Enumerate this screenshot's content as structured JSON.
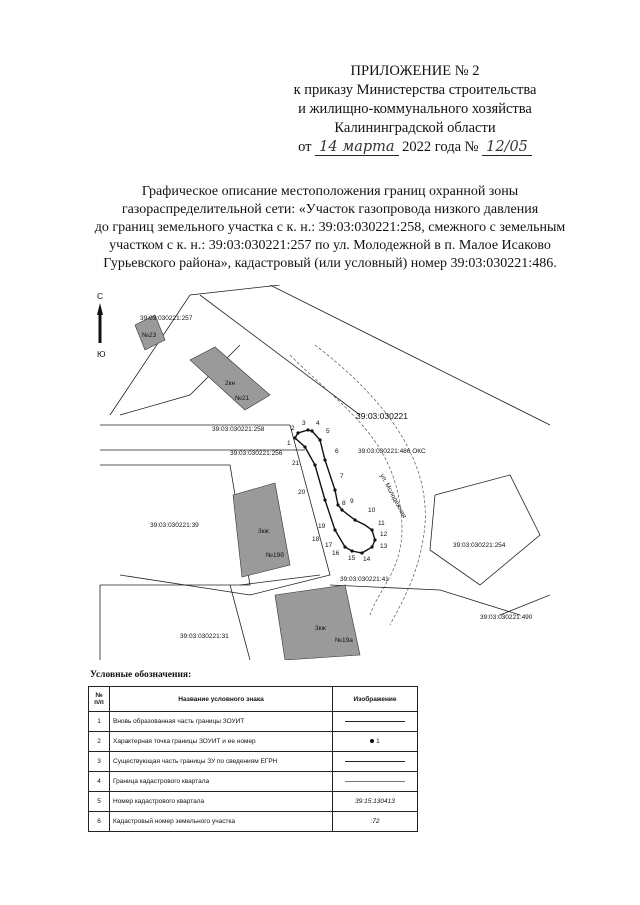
{
  "header": {
    "appendix": "ПРИЛОЖЕНИЕ № 2",
    "line2": "к приказу Министерства строительства",
    "line3": "и жилищно-коммунального хозяйства",
    "line4": "Калининградской области",
    "date_prefix": "от",
    "date_handwritten": "14 марта",
    "date_suffix": "2022 года №",
    "number_handwritten": "12/05"
  },
  "title": {
    "line1": "Графическое описание местоположения границ охранной зоны",
    "line2": "газораспределительной сети: «Участок газопровода низкого давления",
    "line3": "до границ земельного участка с к. н.: 39:03:030221:258, смежного с земельным",
    "line4": "участком с к. н.: 39:03:030221:257 по ул. Молодежной в п. Малое Исаково",
    "line5": "Гурьевского района», кадастровый (или условный) номер 39:03:030221:486."
  },
  "compass": {
    "north": "С",
    "south": "Ю"
  },
  "map": {
    "parcels": {
      "p257": "39:03:030221:257",
      "p258": "39:03:030221:258",
      "p256": "39:03:030221:256",
      "p39": "39:03:030221:39",
      "p41": "39:03:030221:41",
      "p31": "39:03:030221:31",
      "p254": "39:03:030221:254",
      "p490": "39:03:030221:490",
      "quarter": "39:03:030221",
      "oks": "39:03:030221:486 ОКС"
    },
    "buildings": {
      "b23": "№23",
      "b21_floors": "2кн",
      "b21": "№21",
      "b19v_floors": "3кж",
      "b19v": "№19б",
      "b19a_floors": "3кж",
      "b19a": "№19а"
    },
    "street": "ул. Молодежная",
    "points": [
      "1",
      "2",
      "3",
      "4",
      "5",
      "6",
      "7",
      "8",
      "9",
      "10",
      "11",
      "12",
      "13",
      "14",
      "15",
      "16",
      "17",
      "18",
      "19",
      "20",
      "21"
    ]
  },
  "legend": {
    "title": "Условные обозначения:",
    "headers": {
      "num": "№ п/п",
      "name": "Название условного знака",
      "image": "Изображение"
    },
    "rows": [
      {
        "num": "1",
        "name": "Вновь образованная часть границы ЗОУИТ",
        "image": ""
      },
      {
        "num": "2",
        "name": "Характерная точка границы ЗОУИТ и ее номер",
        "image": "1"
      },
      {
        "num": "3",
        "name": "Существующая часть границы ЗУ по сведениям ЕГРН",
        "image": ""
      },
      {
        "num": "4",
        "name": "Граница кадастрового квартала",
        "image": ""
      },
      {
        "num": "5",
        "name": "Номер кадастрового квартала",
        "image": "39:15:130413"
      },
      {
        "num": "6",
        "name": "Кадастровый номер земельного участка",
        "image": ":72"
      }
    ]
  }
}
